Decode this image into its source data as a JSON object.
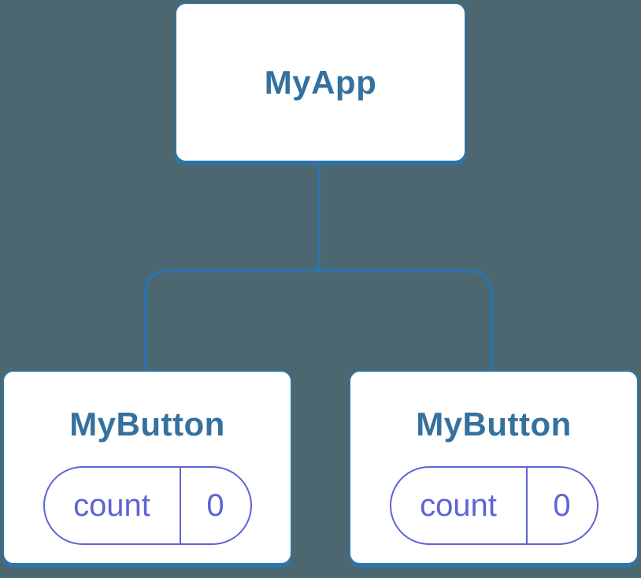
{
  "palette": {
    "background": "#4c6770",
    "connector_blue": "#2e74a8",
    "component_title_blue": "#35719f",
    "state_indigo": "#5e63d6",
    "node_background": "#ffffff"
  },
  "tree": {
    "root": {
      "label": "MyApp"
    },
    "children": [
      {
        "label": "MyButton",
        "state": {
          "key": "count",
          "value": "0"
        }
      },
      {
        "label": "MyButton",
        "state": {
          "key": "count",
          "value": "0"
        }
      }
    ]
  }
}
